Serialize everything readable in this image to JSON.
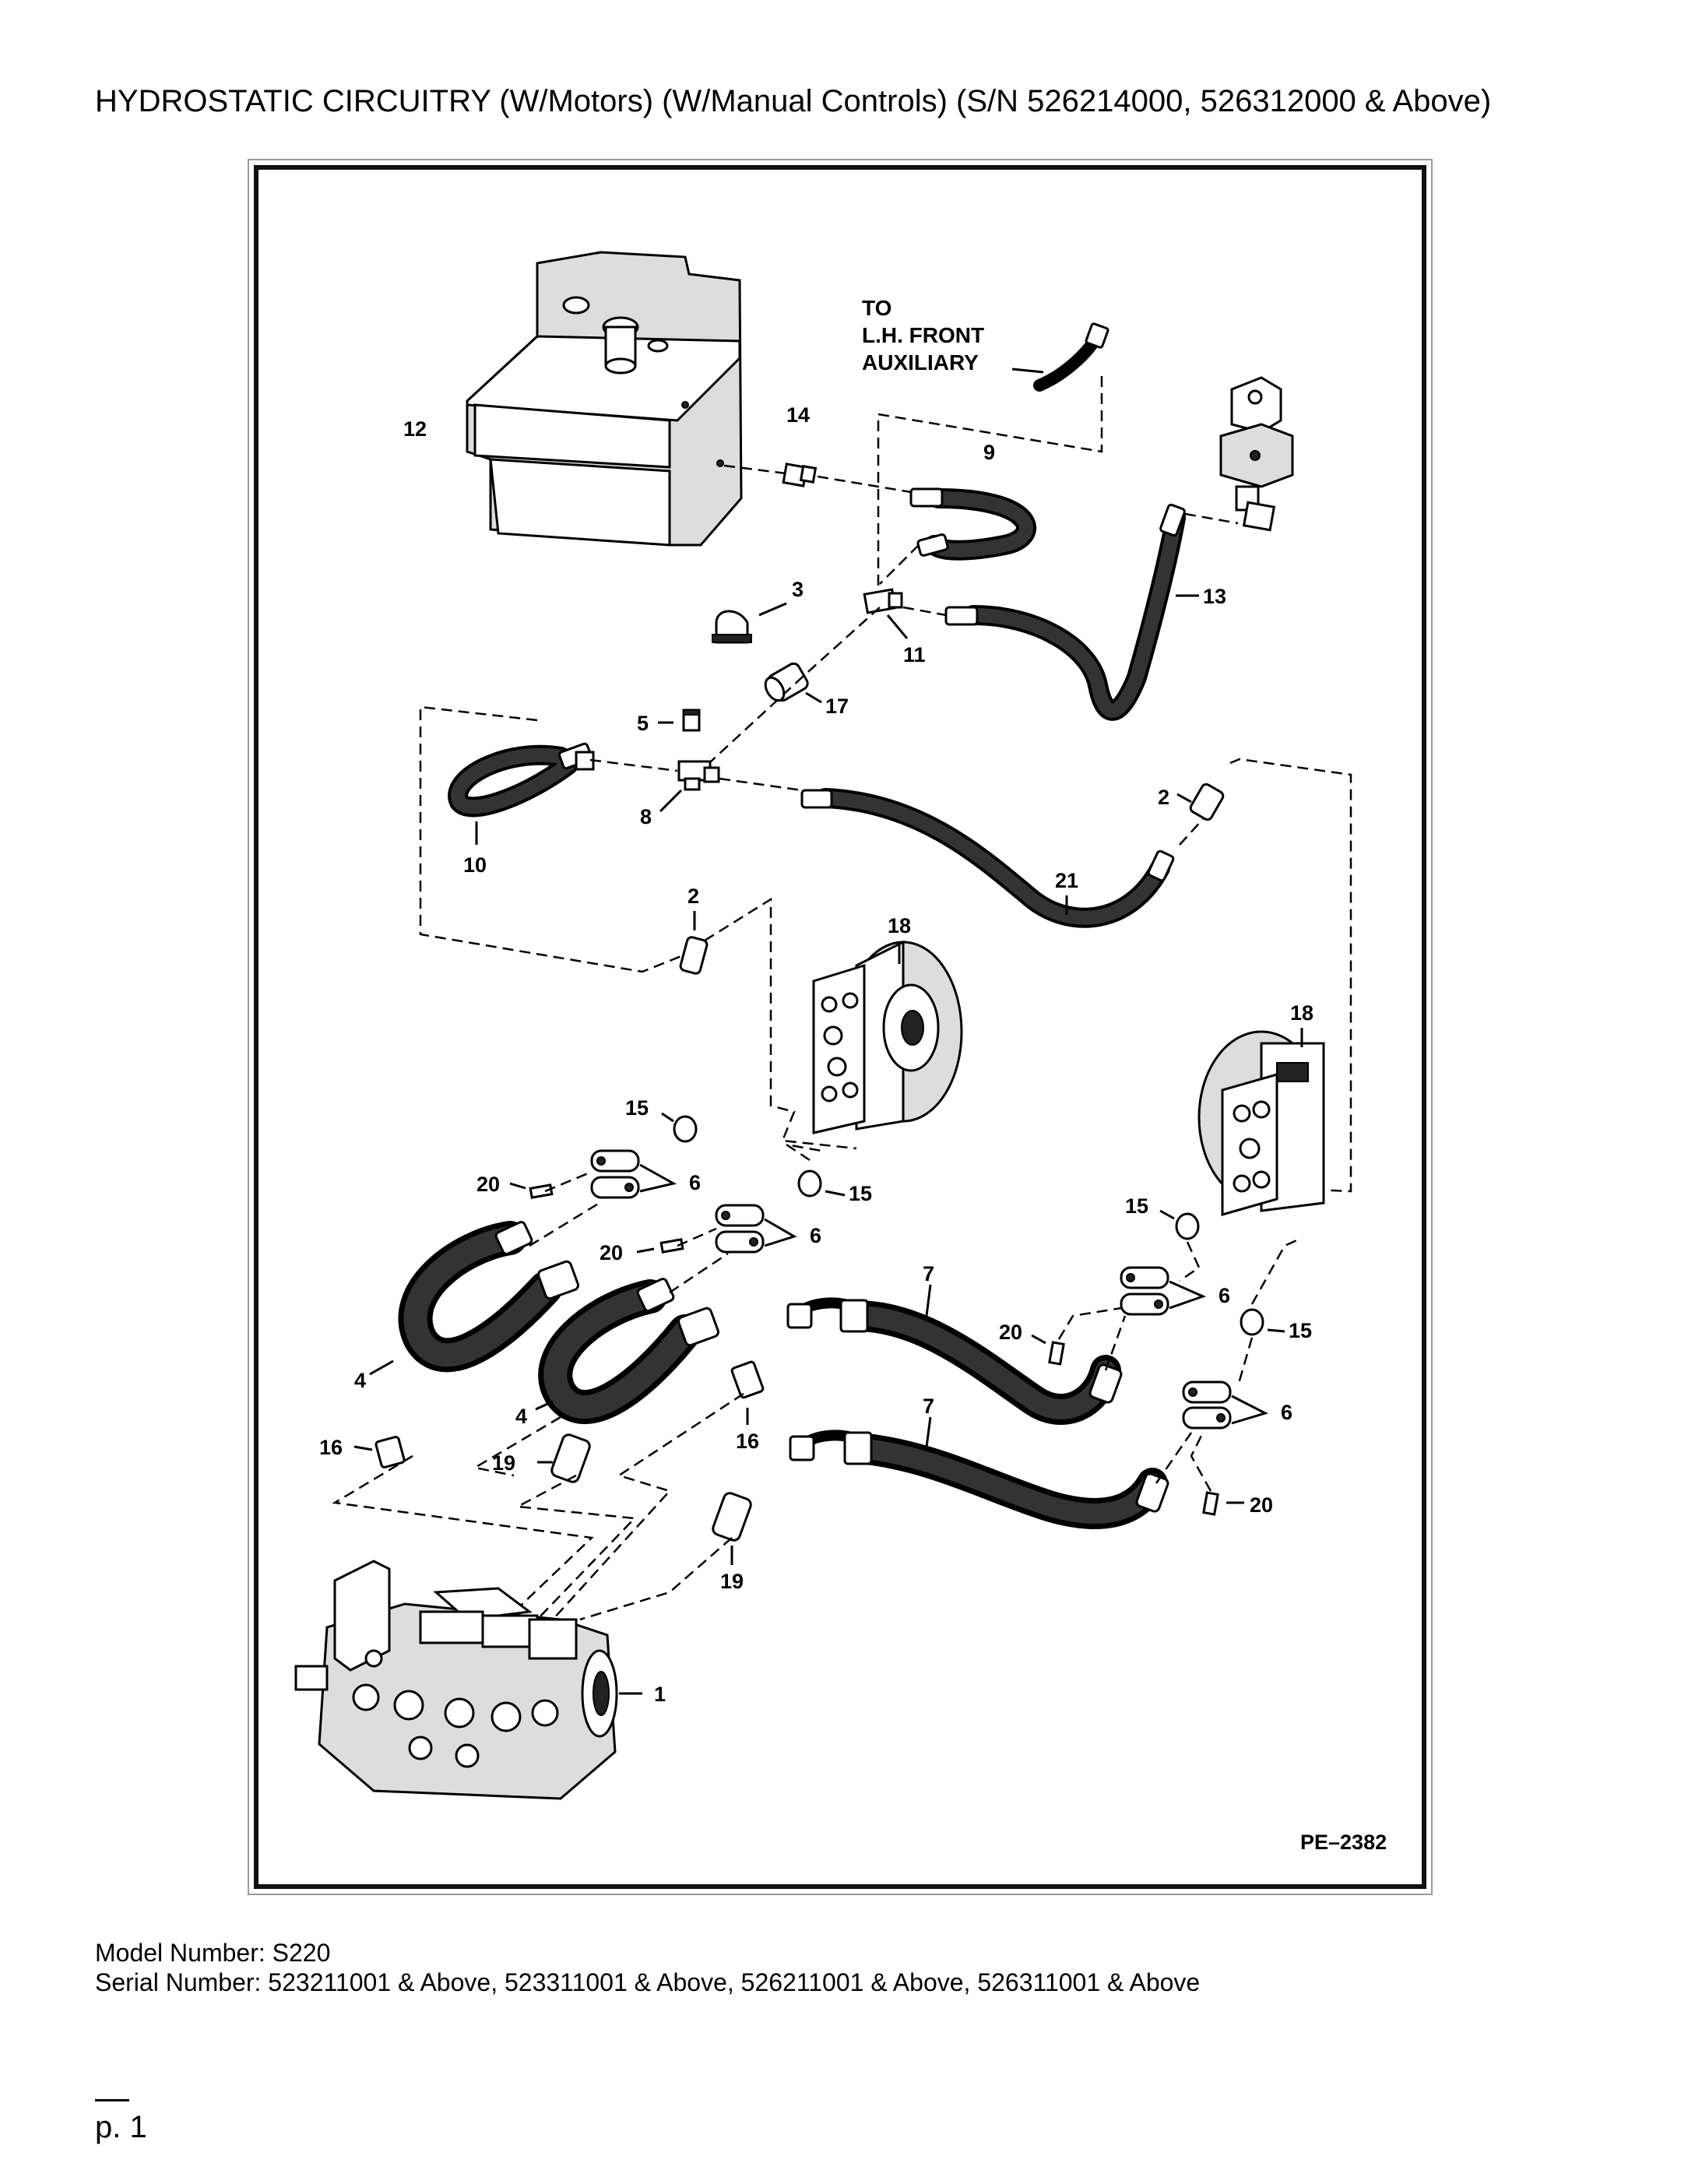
{
  "title": "HYDROSTATIC CIRCUITRY (W/Motors) (W/Manual Controls) (S/N 526214000, 526312000 & Above)",
  "diagram": {
    "note_lines": [
      "TO",
      "L.H. FRONT",
      "AUXILIARY"
    ],
    "drawing_id": "PE–2382",
    "callouts": {
      "c1": "1",
      "c2a": "2",
      "c2b": "2",
      "c3": "3",
      "c4a": "4",
      "c4b": "4",
      "c5": "5",
      "c6a": "6",
      "c6b": "6",
      "c6c": "6",
      "c6d": "6",
      "c7a": "7",
      "c7b": "7",
      "c8": "8",
      "c9": "9",
      "c10": "10",
      "c11": "11",
      "c12": "12",
      "c13": "13",
      "c14": "14",
      "c15a": "15",
      "c15b": "15",
      "c15c": "15",
      "c15d": "15",
      "c16a": "16",
      "c16b": "16",
      "c17": "17",
      "c18a": "18",
      "c18b": "18",
      "c19a": "19",
      "c19b": "19",
      "c20a": "20",
      "c20b": "20",
      "c20c": "20",
      "c20d": "20",
      "c21": "21"
    }
  },
  "footer": {
    "model": "Model Number: S220",
    "serial": "Serial Number: 523211001 & Above, 523311001 & Above, 526211001 & Above, 526311001 & Above",
    "page": "p. 1"
  }
}
